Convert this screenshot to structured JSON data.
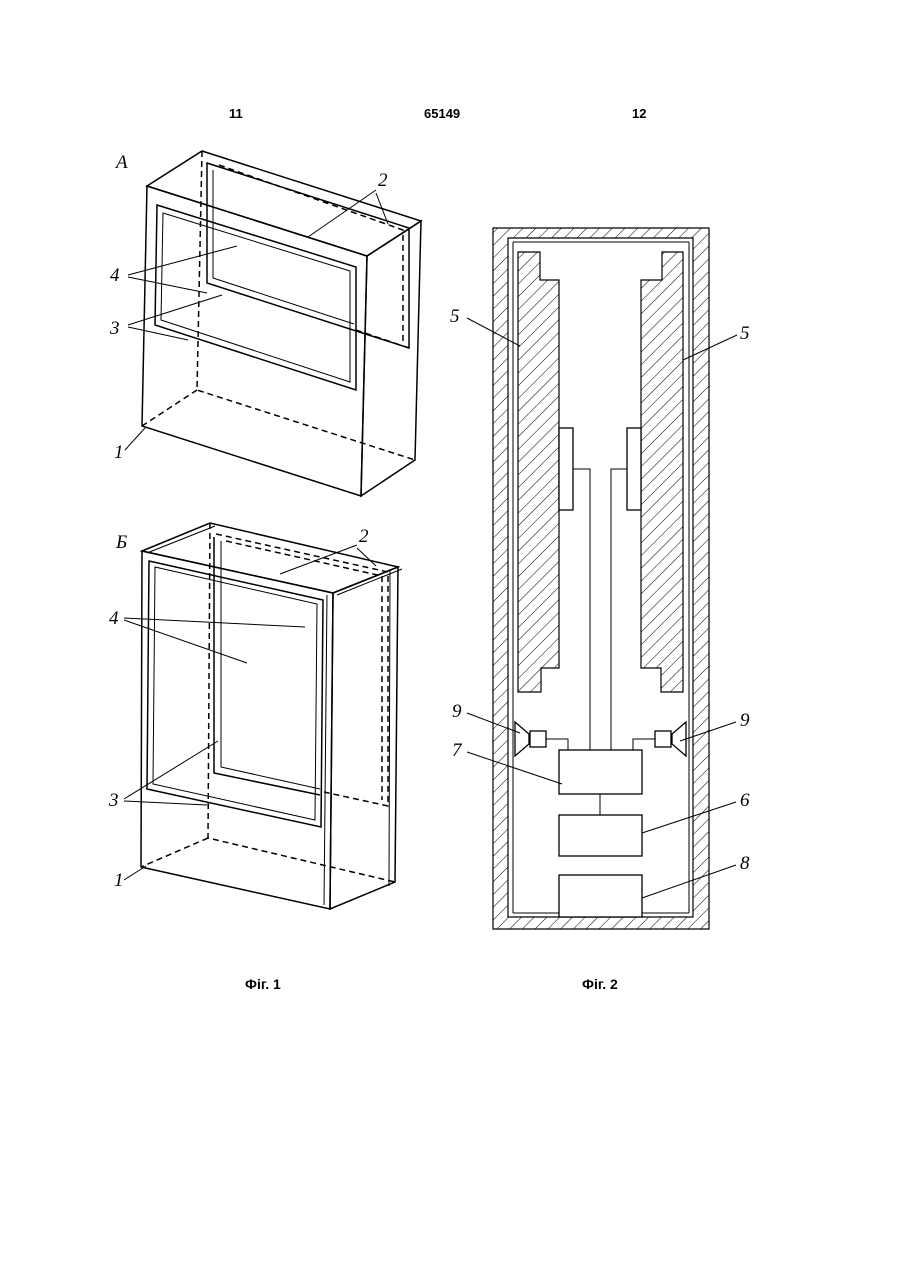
{
  "header": {
    "left_page": "11",
    "patent_number": "65149",
    "right_page": "12"
  },
  "fig1": {
    "caption": "Фіг. 1",
    "view_a_label": "А",
    "view_b_label": "Б",
    "labels": [
      "1",
      "2",
      "3",
      "4"
    ]
  },
  "fig2": {
    "caption": "Фіг. 2",
    "labels": [
      "5",
      "5",
      "6",
      "7",
      "8",
      "9",
      "9"
    ]
  }
}
